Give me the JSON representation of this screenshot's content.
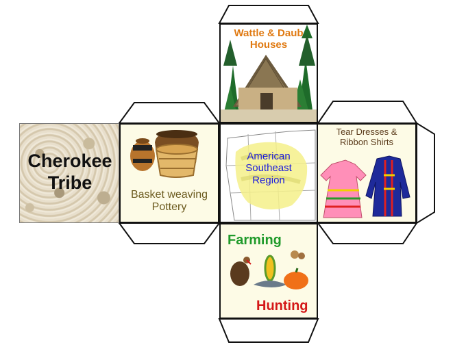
{
  "title": {
    "line1": "Cherokee",
    "line2": "Tribe"
  },
  "top_face": {
    "line1": "Wattle & Daub",
    "line2": "Houses"
  },
  "left_face": {
    "line1": "Basket weaving",
    "line2": "Pottery"
  },
  "center_face": {
    "line1": "American",
    "line2": "Southeast",
    "line3": "Region"
  },
  "right_face": {
    "line1": "Tear Dresses &",
    "line2": "Ribbon Shirts"
  },
  "bottom_face": {
    "top_label": "Farming",
    "bottom_label": "Hunting"
  },
  "colors": {
    "top_label": "#e07a12",
    "left_label": "#6b5a1e",
    "center_label": "#1a1adc",
    "right_label": "#5a3a1a",
    "farming": "#1f9a2a",
    "hunting": "#d41818"
  }
}
